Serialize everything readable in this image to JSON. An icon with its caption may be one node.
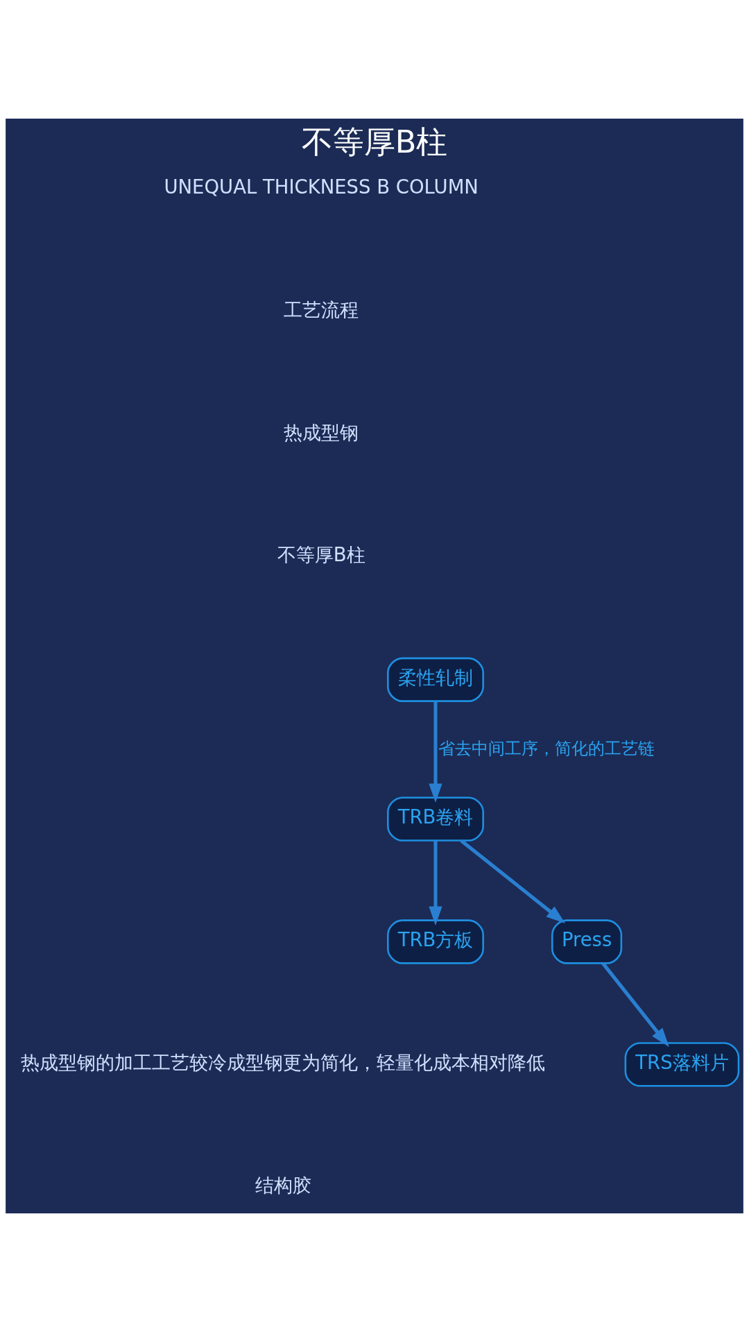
{
  "diagram": {
    "title": "不等厚B柱",
    "nodes": [
      {
        "text": [
          "柔性轧制"
        ]
      },
      {
        "text": [
          "TRB方板"
        ]
      },
      {
        "text": [
          "TRB卷料"
        ]
      },
      {
        "text": [
          "TRS落料片"
        ]
      },
      {
        "text": [
          "Press"
        ]
      }
    ],
    "edges": [
      {
        "from": 0,
        "to": 2,
        "arrow": "to",
        "label": "省去中间工序，简化的工艺链"
      },
      {
        "from": 2,
        "to": 1,
        "arrow": "to"
      },
      {
        "from": 2,
        "to": 4,
        "arrow": "to"
      },
      {
        "from": 4,
        "to": 3,
        "arrow": "to"
      }
    ],
    "labels": [
      "UNEQUAL THICKNESS B COLUMN",
      "工艺流程",
      "热成型钢",
      "不等厚B柱",
      "热成型钢的加工工艺较冷成型钢更为简化，轻量化成本相对降低",
      "结构胶"
    ]
  }
}
